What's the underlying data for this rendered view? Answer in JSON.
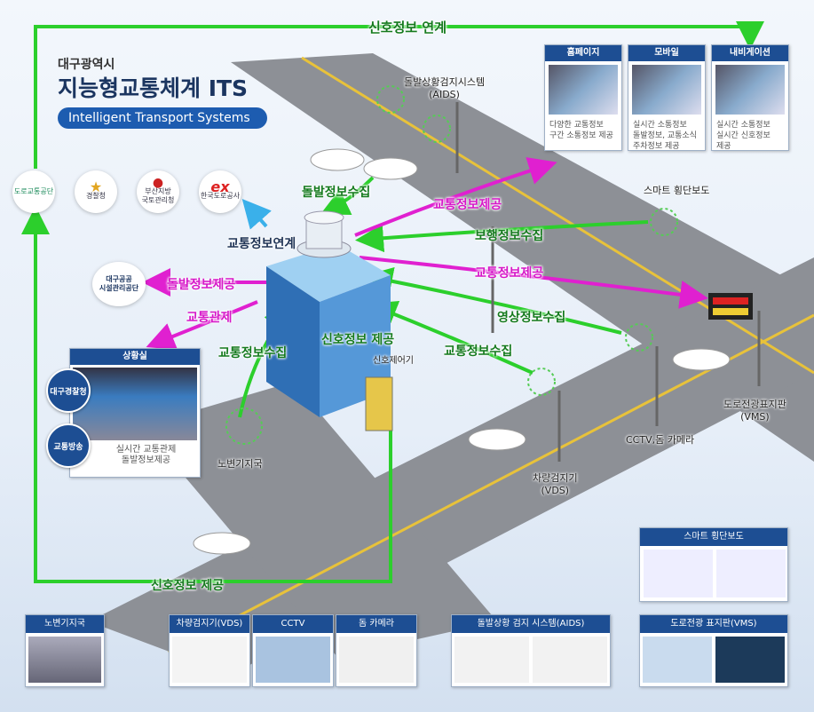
{
  "title": {
    "city": "대구광역시",
    "main": "지능형교통체계 ITS",
    "english": "Intelligent Transport Systems"
  },
  "colors": {
    "green_arrow": "#2ccf2c",
    "magenta_arrow": "#e020d0",
    "navy": "#1d4e93",
    "road": "#8a8d93"
  },
  "top_link": "신호정보 연계",
  "services": [
    {
      "title": "홈페이지",
      "desc": "다양한 교통정보\n구간 소통정보 제공"
    },
    {
      "title": "모바일",
      "desc": "실시간 소통정보\n돌발정보, 교통소식\n주차정보 제공"
    },
    {
      "title": "내비게이션",
      "desc": "실시간 소통정보\n실시간 신호정보\n제공"
    }
  ],
  "agencies": [
    {
      "name": "도로교통공단",
      "icon": "koroad-logo"
    },
    {
      "name": "경찰청",
      "icon": "police-emblem"
    },
    {
      "name": "부산지방\n국토관리청",
      "icon": "taegeuk-logo"
    },
    {
      "name": "한국도로공사",
      "icon": "ex-logo"
    },
    {
      "name": "대구공공\n시설관리공단",
      "icon": "none"
    }
  ],
  "flows": {
    "incident_collect": "돌발정보수집",
    "traffic_provide_1": "교통정보제공",
    "pedestrian_collect": "보행정보수집",
    "traffic_link": "교통정보연계",
    "traffic_provide_2": "교통정보제공",
    "incident_provide": "돌발정보제공",
    "traffic_control": "교통관제",
    "video_collect": "영상정보수집",
    "signal_provide": "신호정보 제공",
    "traffic_collect_left": "교통정보수집",
    "traffic_collect_right": "교통정보수집",
    "signal_provide_bottom": "신호정보 제공"
  },
  "devices": {
    "aids": "돌발상황검지시스템\n(AIDS)",
    "smart_crosswalk": "스마트 횡단보도",
    "vms": "도로전광표지판\n(VMS)",
    "cctv": "CCTV,돔 카메라",
    "vds": "차량검지기\n(VDS)",
    "rsu": "노변기지국",
    "controller": "신호제어기"
  },
  "control_room": {
    "title": "상황실",
    "badges": [
      "대구경찰청",
      "교통방송"
    ],
    "desc": "실시간 교통관제\n돌발정보제공"
  },
  "smart_crosswalk_panel": {
    "title": "스마트 횡단보도"
  },
  "bottom_cards": [
    {
      "title": "노변기지국"
    },
    {
      "title": "차량검지기(VDS)"
    },
    {
      "title": "CCTV"
    },
    {
      "title": "돔 카메라"
    },
    {
      "title": "돌발상황 검지 시스템(AIDS)"
    },
    {
      "title": "도로전광 표지판(VMS)"
    }
  ]
}
